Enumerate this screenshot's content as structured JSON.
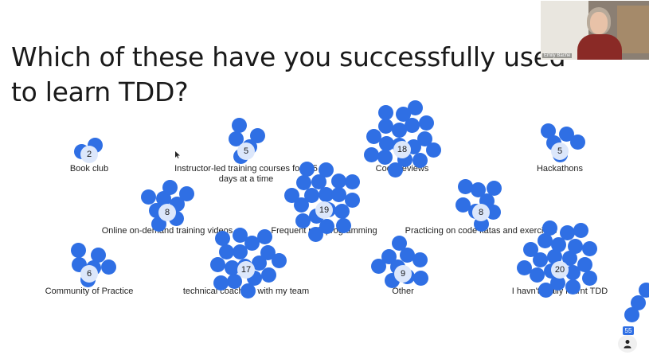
{
  "question": "Which of these have you successfully used to learn TDD?",
  "dot_color": "#2f6fe4",
  "options": [
    {
      "label": "Book club",
      "count": "2"
    },
    {
      "label": "Instructor-led training courses for 2-5 days at a time",
      "count": "5"
    },
    {
      "label": "Code reviews",
      "count": "18"
    },
    {
      "label": "Hackathons",
      "count": "5"
    },
    {
      "label": "Online on-demand training videos",
      "count": "8"
    },
    {
      "label": "Frequent pair programming",
      "count": "19"
    },
    {
      "label": "Practicing on code katas and exercises",
      "count": "8"
    },
    {
      "label": "Community of Practice",
      "count": "6"
    },
    {
      "label": "technical coaching with my team",
      "count": "17"
    },
    {
      "label": "Other",
      "count": "9"
    },
    {
      "label": "I havn't really learnt TDD",
      "count": "20"
    }
  ],
  "video": {
    "participant_name": "Emily Bache"
  },
  "participants": {
    "count": "55",
    "icon": "person-icon"
  }
}
